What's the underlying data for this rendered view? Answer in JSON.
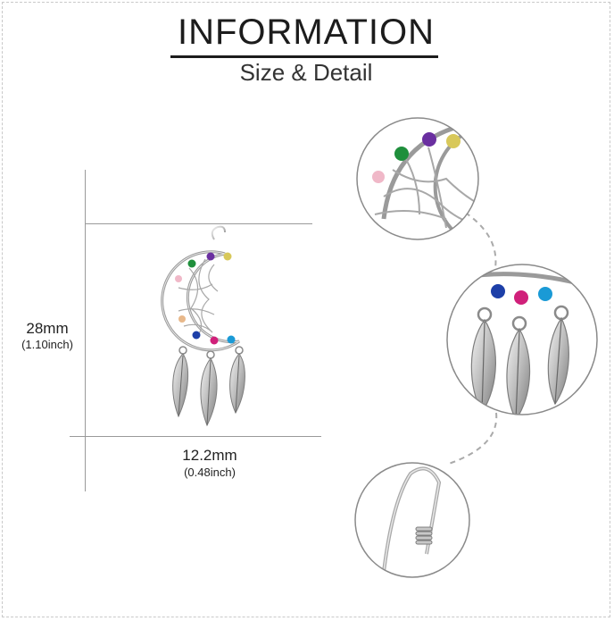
{
  "header": {
    "title": "INFORMATION",
    "subtitle": "Size & Detail"
  },
  "dimensions": {
    "height_mm": "28mm",
    "height_inch": "(1.10inch)",
    "width_mm": "12.2mm",
    "width_inch": "(0.48inch)"
  },
  "icons": {
    "product": "dreamcatcher-moon-earring-icon",
    "detail_top": "gemstone-moon-detail-icon",
    "detail_middle": "feather-tassel-detail-icon",
    "detail_bottom": "ear-hook-detail-icon"
  },
  "colors": {
    "silver": "#c8c8c8",
    "silver_dark": "#8a8a8a",
    "gem_green": "#1f8f3c",
    "gem_purple": "#6a2fa0",
    "gem_yellow": "#d8c85a",
    "gem_pink": "#f0b8c8",
    "gem_peach": "#e8b88a",
    "gem_blue": "#1d3fa8",
    "gem_magenta": "#d0207a",
    "gem_cyan": "#1a9ad6"
  }
}
